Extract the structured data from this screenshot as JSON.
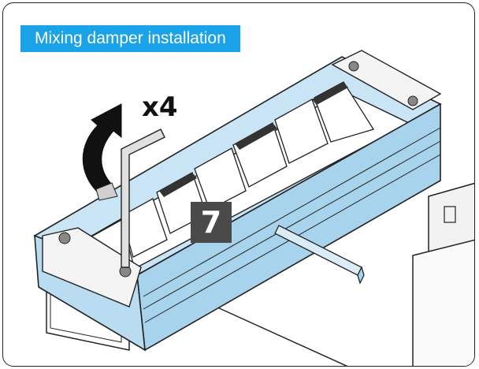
{
  "header": {
    "title": "Mixing damper installation"
  },
  "step": {
    "number": "7",
    "quantity": "x4"
  },
  "colors": {
    "title_bg": "#1aa3e8",
    "frame": "#a8d3ec",
    "badge_bg": "#4a4a4a"
  },
  "icons": [
    "rotate-arrow-icon",
    "hex-key-icon"
  ]
}
